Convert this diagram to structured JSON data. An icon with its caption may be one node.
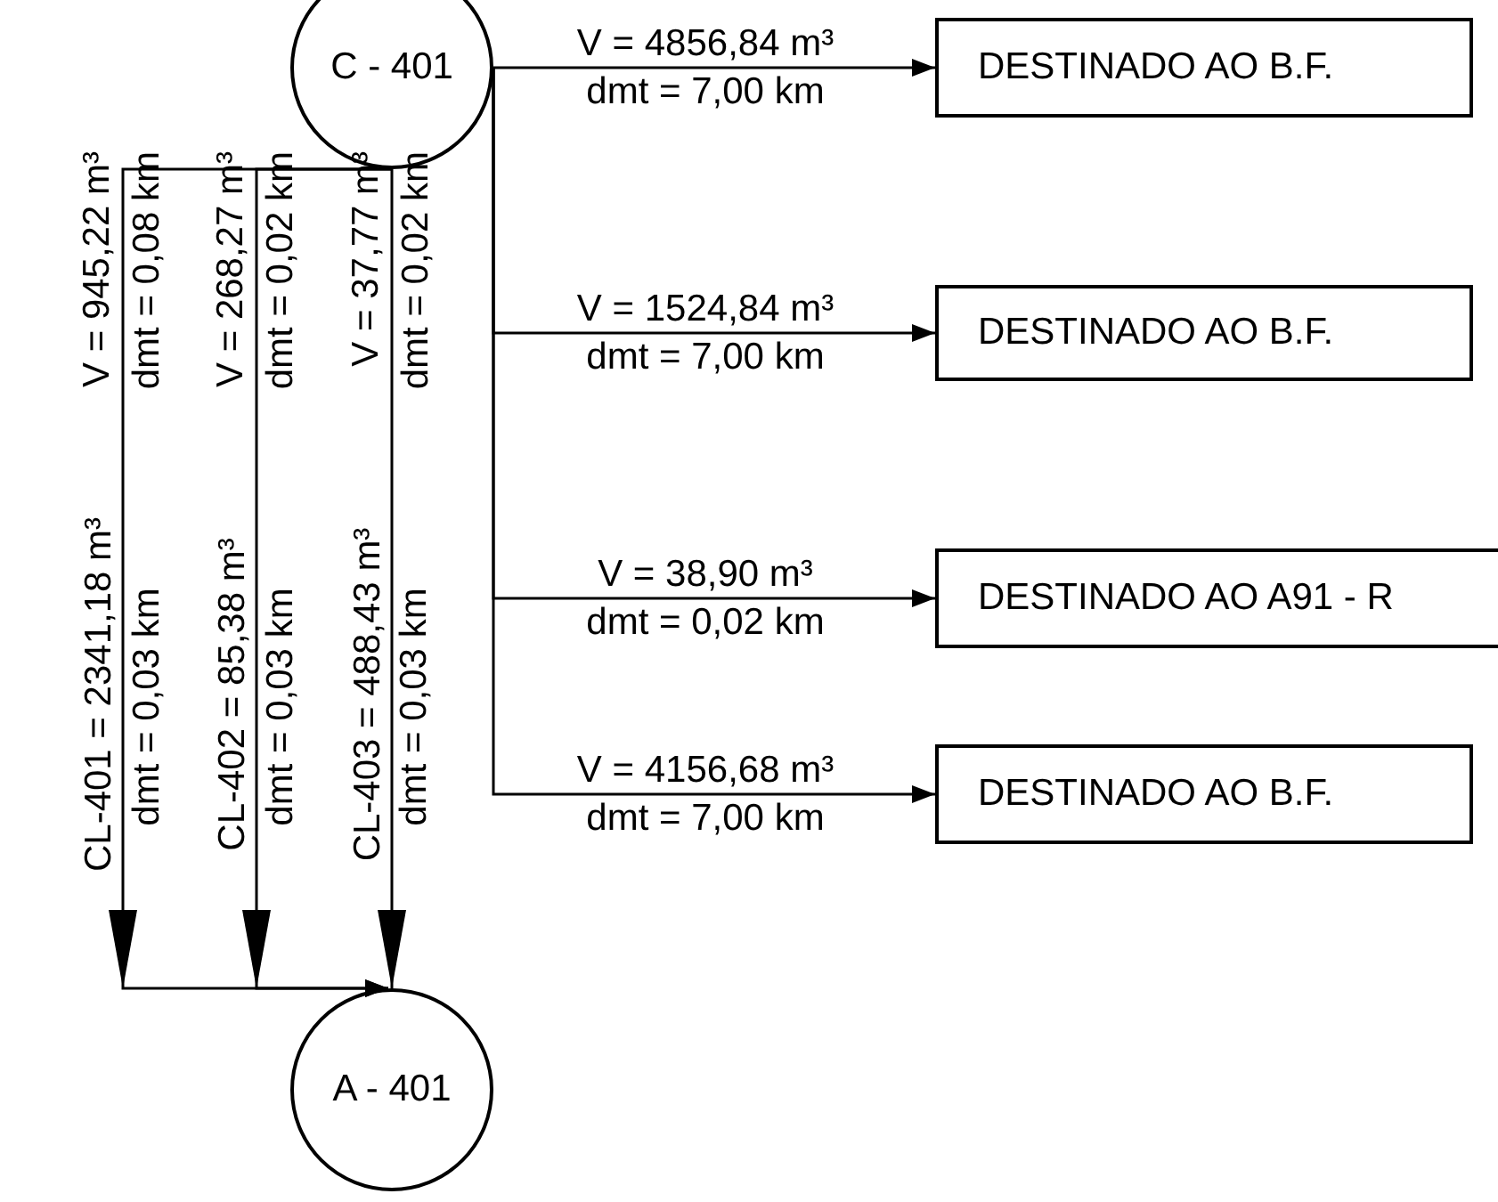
{
  "diagram": {
    "nodes": [
      {
        "text": [
          "C - 401"
        ]
      },
      {
        "text": [
          "A - 401"
        ]
      },
      {
        "text": [
          "DESTINADO AO B.F."
        ]
      },
      {
        "text": [
          "DESTINADO AO B.F."
        ]
      },
      {
        "text": [
          "DESTINADO AO A91 - R"
        ]
      },
      {
        "text": [
          "DESTINADO AO B.F."
        ]
      }
    ],
    "edges": [
      {
        "from": 0,
        "to": 2,
        "arrow": "to",
        "label": "V = 4856,84 m³ dmt = 7,00 km"
      },
      {
        "from": 0,
        "to": 3,
        "arrow": "to",
        "label": "V = 1524,84 m³ dmt = 7,00 km"
      },
      {
        "from": 0,
        "to": 4,
        "arrow": "to",
        "label": "V = 38,90 m³ dmt = 0,02 km"
      },
      {
        "from": 0,
        "to": 5,
        "arrow": "to",
        "label": "V = 4156,68 m³ dmt = 7,00 km"
      },
      {
        "from": 0,
        "to": 1,
        "arrow": "to",
        "label": "V = 945,22 m³ dmt = 0,08 km"
      },
      {
        "from": 0,
        "to": 1,
        "arrow": "to",
        "label": "V = 268,27 m³ dmt = 0,02 km"
      },
      {
        "from": 0,
        "to": 1,
        "arrow": "to",
        "label": "V = 37,77 m³ dmt = 0,02 km"
      }
    ],
    "labels": [
      "CL-401 = 2341,18 m³",
      "dmt = 0,03 km",
      "CL-402 = 85,38 m³",
      "dmt = 0,03 km",
      "CL-403 = 488,43 m³",
      "dmt = 0,03 km"
    ]
  }
}
